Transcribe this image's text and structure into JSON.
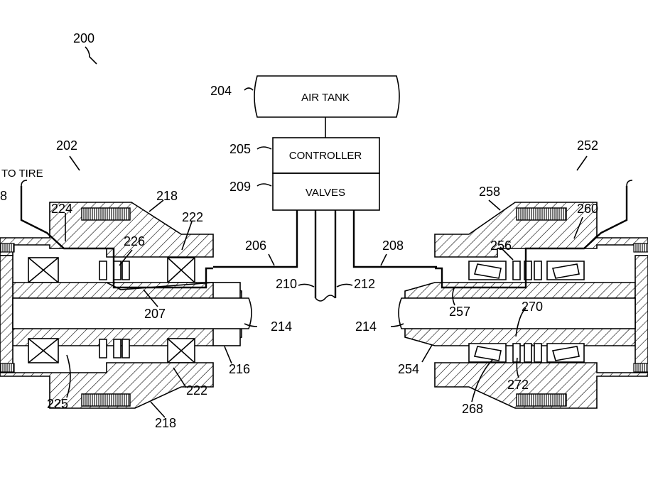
{
  "figure": {
    "ref": "200"
  },
  "boxes": {
    "air_tank": "AIR TANK",
    "controller": "CONTROLLER",
    "valves": "VALVES"
  },
  "labels": {
    "to_tire": "TO TIRE",
    "r202": "202",
    "r204": "204",
    "r205": "205",
    "r206": "206",
    "r207": "207",
    "r208": "208",
    "r209": "209",
    "r210": "210",
    "r212": "212",
    "r214": "214",
    "r216": "216",
    "r218": "218",
    "r222": "222",
    "r224": "224",
    "r225": "225",
    "r226": "226",
    "r252": "252",
    "r254": "254",
    "r256": "256",
    "r257": "257",
    "r258": "258",
    "r260": "260",
    "r268": "268",
    "r270": "270",
    "r272": "272",
    "r8": "8"
  }
}
